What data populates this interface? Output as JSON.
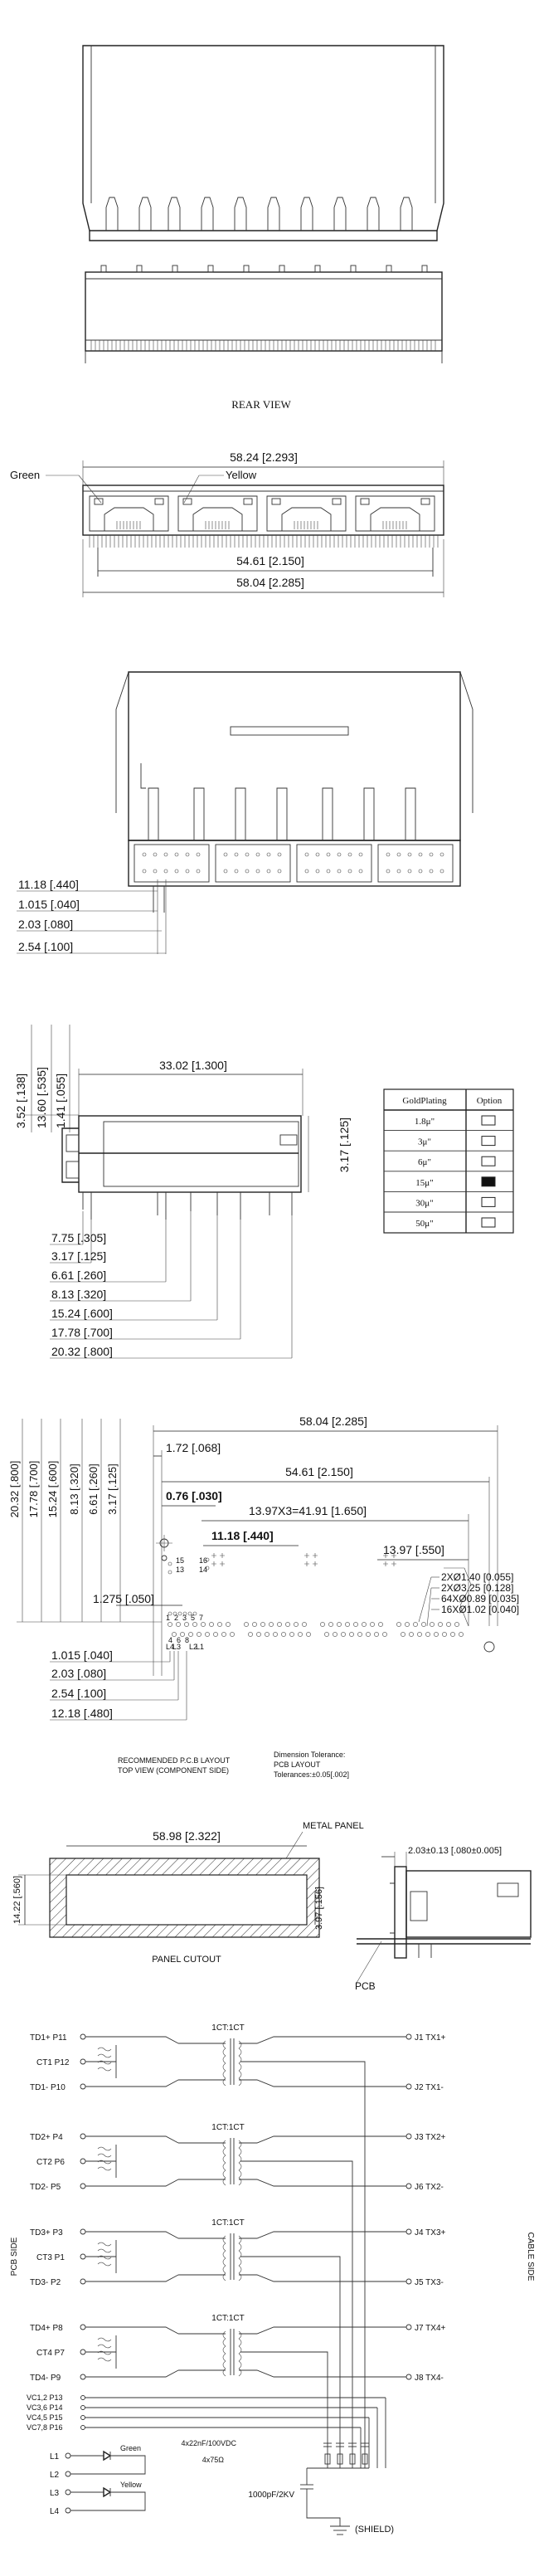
{
  "rear_view": {
    "caption": "REAR VIEW"
  },
  "front_view": {
    "top_width": "58.24 [2.293]",
    "green_label": "Green",
    "yellow_label": "Yellow",
    "mid_width": "54.61 [2.150]",
    "bottom_width": "58.04 [2.285]"
  },
  "side_pins": [
    "11.18 [.440]",
    "1.015 [.040]",
    "2.03 [.080]",
    "2.54 [.100]"
  ],
  "side_view": {
    "heights": [
      "3.52 [.138]",
      "13.60 [.535]",
      "1.41 [.055]"
    ],
    "depth": "33.02 [1.300]",
    "standoff": "3.17 [.125]",
    "pin_dims": [
      "7.75 [.305]",
      "3.17 [.125]",
      "6.61 [.260]",
      "8.13 [.320]",
      "15.24 [.600]",
      "17.78 [.700]",
      "20.32 [.800]"
    ]
  },
  "plating_table": {
    "headers": [
      "GoldPlating",
      "Option"
    ],
    "rows": [
      "1.8μ\"",
      "3μ\"",
      "6μ\"",
      "15μ\"",
      "30μ\"",
      "50μ\""
    ],
    "selected_index": 3
  },
  "pcb_layout": {
    "vertical_dims": [
      "20.32 [.800]",
      "17.78 [.700]",
      "15.24 [.600]",
      "8.13 [.320]",
      "6.61 [.260]",
      "3.17 [.125]"
    ],
    "width_total": "58.04 [2.285]",
    "dim_172": "1.72 [.068]",
    "width_mid": "54.61 [2.150]",
    "dim_076": "0.76 [.030]",
    "dim_pitch": "13.97X3=41.91 [1.650]",
    "dim_1118": "11.18 [.440]",
    "dim_1397": "13.97 [.550]",
    "dim_1275": "1.275 [.050]",
    "holes": [
      "2XØ1.40 [0.055]",
      "2XØ3.25 [0.128]",
      "64XØ0.89 [0.035]",
      "16XØ1.02 [0.040]"
    ],
    "bottom_dims": [
      "1.015 [.040]",
      "2.03 [.080]",
      "2.54 [.100]",
      "12.18 [.480]"
    ],
    "pin_labels": [
      "15",
      "13",
      "16",
      "14",
      "1",
      "2",
      "3",
      "5",
      "7",
      "L4",
      "L3",
      "L2",
      "L1",
      "4",
      "6",
      "8"
    ],
    "note_left": [
      "RECOMMENDED P.C.B LAYOUT",
      "TOP VIEW (COMPONENT SIDE)"
    ],
    "note_right": [
      "Dimension Tolerance:",
      "PCB LAYOUT",
      "Tolerances:±0.05[.002]"
    ]
  },
  "panel": {
    "metal_panel": "METAL PANEL",
    "width": "58.98 [2.322]",
    "height": "14.22 [.560]",
    "offset": "3.97 [.156]",
    "thickness": "2.03±0.13 [.080±0.005]",
    "cutout": "PANEL CUTOUT",
    "pcb": "PCB"
  },
  "schematic": {
    "pcb_side": "PCB SIDE",
    "cable_side": "CABLE SIDE",
    "ratio": "1CT:1CT",
    "channels": [
      {
        "top": "TD1+ P11",
        "ct": "CT1 P12",
        "bot": "TD1- P10",
        "jtop": "J1 TX1+",
        "jbot": "J2 TX1-"
      },
      {
        "top": "TD2+ P4",
        "ct": "CT2 P6",
        "bot": "TD2- P5",
        "jtop": "J3 TX2+",
        "jbot": "J6 TX2-"
      },
      {
        "top": "TD3+ P3",
        "ct": "CT3 P1",
        "bot": "TD3- P2",
        "jtop": "J4 TX3+",
        "jbot": "J5 TX3-"
      },
      {
        "top": "TD4+ P8",
        "ct": "CT4 P7",
        "bot": "TD4- P9",
        "jtop": "J7 TX4+",
        "jbot": "J8 TX4-"
      }
    ],
    "vc_pins": [
      "VC1,2 P13",
      "VC3,6 P14",
      "VC4,5 P15",
      "VC7,8 P16"
    ],
    "caps": "4x22nF/100VDC",
    "resistors": "4x75Ω",
    "leds": [
      "L1",
      "L2",
      "L3",
      "L4"
    ],
    "green": "Green",
    "yellow": "Yellow",
    "hv_cap": "1000pF/2KV",
    "shield": "(SHIELD)"
  }
}
